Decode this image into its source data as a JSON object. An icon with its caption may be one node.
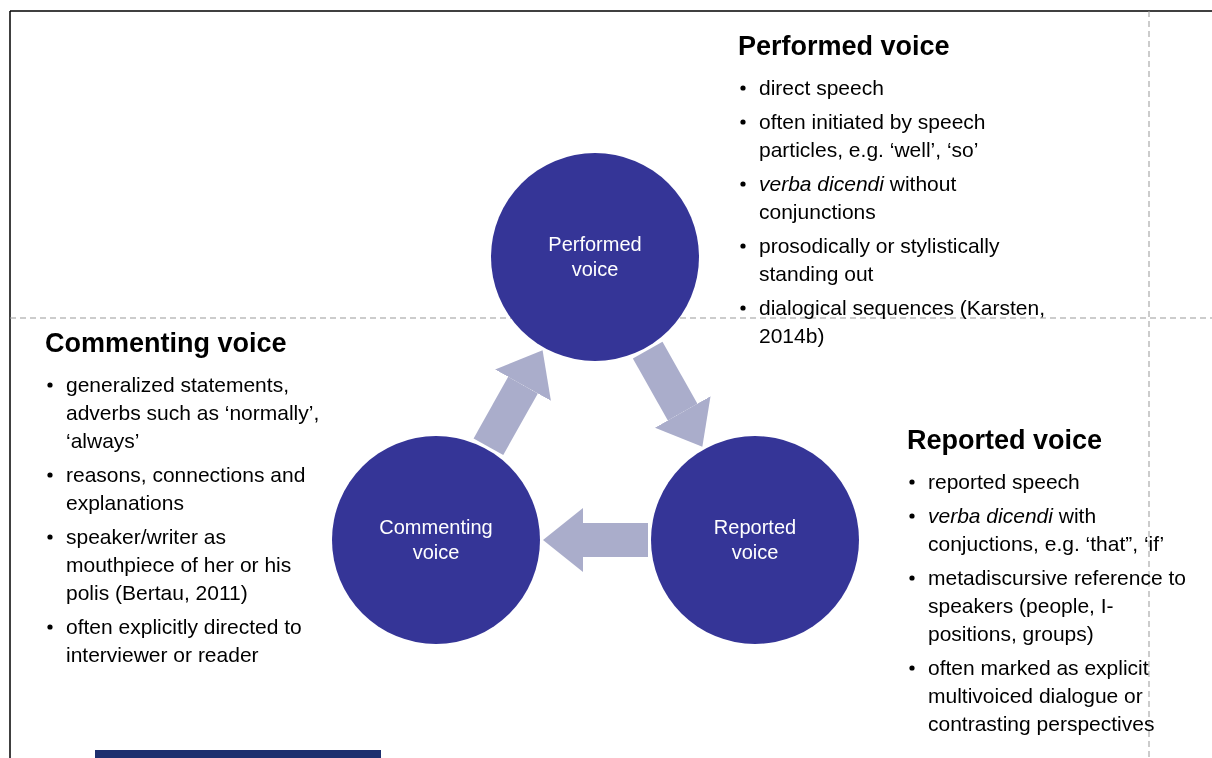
{
  "diagram": {
    "nodes": [
      {
        "text": [
          "Performed voice"
        ]
      },
      {
        "text": [
          "Commenting voice"
        ]
      },
      {
        "text": [
          "Reported voice"
        ]
      }
    ],
    "edges": [
      {
        "from": 0,
        "to": 2,
        "arrow": "to"
      },
      {
        "from": 2,
        "to": 1,
        "arrow": "to"
      },
      {
        "from": 1,
        "to": 0,
        "arrow": "to"
      }
    ],
    "labels": [
      "Performed voice",
      "direct speech",
      "often initiated by speech particles, e.g. ‘well’, ‘so’",
      "*verba dicendi* without conjunctions",
      "prosodically or stylistically standing out",
      "dialogical sequences (Karsten, 2014b)",
      "Commenting voice",
      "generalized statements, adverbs such as ‘normally’, ‘always’",
      "reasons, connections and explanations",
      "speaker/writer as mouthpiece of her or his polis (Bertau, 2011)",
      "often explicitly directed to interviewer or reader",
      "Reported voice",
      "reported speech",
      "*verba dicendi* with conjuctions, e.g. ‘that”, ‘if’",
      "metadiscursive reference to speakers (people, I-positions, groups)",
      "often marked as explicit multivoiced dialogue or contrasting perspectives"
    ]
  }
}
